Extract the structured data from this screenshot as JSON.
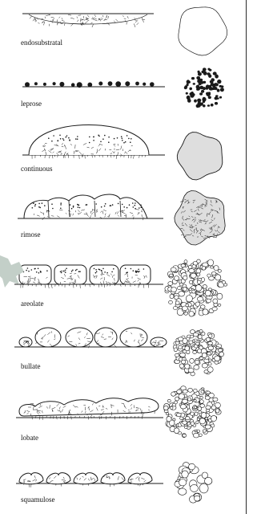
{
  "figure": {
    "rows": [
      {
        "id": "endosubstratal",
        "label": "endosubstratal"
      },
      {
        "id": "leprose",
        "label": "leprose"
      },
      {
        "id": "continuous",
        "label": "continuous"
      },
      {
        "id": "rimose",
        "label": "rimose"
      },
      {
        "id": "areolate",
        "label": "areolate"
      },
      {
        "id": "bullate",
        "label": "bullate"
      },
      {
        "id": "lobate",
        "label": "lobate"
      },
      {
        "id": "squamulose",
        "label": "squamulose"
      }
    ]
  },
  "colors": {
    "ink": "#1a1a1a",
    "thallus_fill": "#dedede",
    "arrow": "#c3cfc8",
    "frame": "#2a2a2a"
  }
}
